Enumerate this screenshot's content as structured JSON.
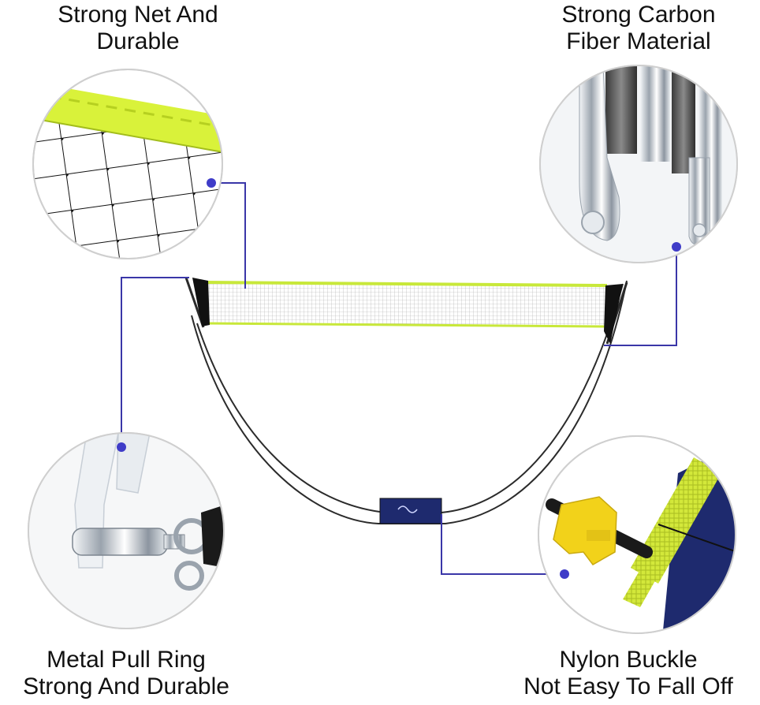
{
  "captions": {
    "top_left": [
      "Strong Net And",
      "Durable"
    ],
    "top_right": [
      "Strong Carbon",
      "Fiber Material"
    ],
    "bottom_left": [
      "Metal Pull Ring",
      "Strong And Durable"
    ],
    "bottom_right": [
      "Nylon Buckle",
      "Not Easy To Fall Off"
    ]
  },
  "colors": {
    "callout_line": "#3a36a8",
    "callout_dot": "#3f3cc8",
    "net_edge": "#c8e83a",
    "buckle_yellow": "#f2d21a",
    "bag_navy": "#1e2a6e",
    "strap_lime": "#cfe635"
  }
}
